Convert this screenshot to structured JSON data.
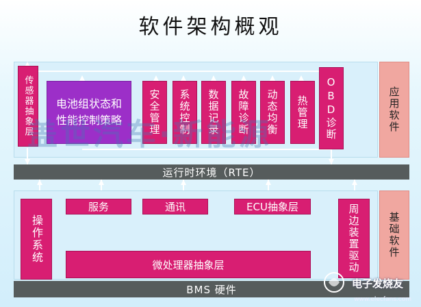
{
  "title": "软件架构概观",
  "app_layer": {
    "side_label": "应用软件",
    "blocks": [
      "传感器抽象层",
      "电池组状态和性能控制策略",
      "安全管理",
      "系统控制",
      "数据记录",
      "故障诊断",
      "动态均衡",
      "热管理",
      "OBD诊断"
    ]
  },
  "rte": {
    "label": "运行时环境（RTE）"
  },
  "base_layer": {
    "side_label": "基础软件",
    "os": "操作系统",
    "services": "服务",
    "comm": "通讯",
    "ecu": "ECU抽象层",
    "peripheral": "周边装置驱动",
    "mcu": "微处理器抽象层"
  },
  "bms": {
    "label": "BMS 硬件"
  },
  "watermark": "盖世汽车·新能源",
  "logo": {
    "name": "电子发烧友",
    "url": "www.elecfans.com"
  },
  "colors": {
    "module": "#d81e72",
    "strategy": "#9c2fc8",
    "bar": "#565c5c",
    "side": "#f0a7a0",
    "panel": "#d9f0fb"
  }
}
